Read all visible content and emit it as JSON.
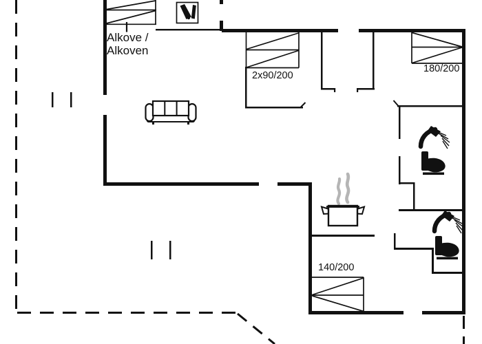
{
  "labels": {
    "alkove_1": "Alkove /",
    "alkove_2": "Alkoven",
    "bed_2x90": "2x90/200",
    "bed_180": "180/200",
    "bed_140": "140/200"
  },
  "icons": [
    "wood-stove-icon",
    "sofa-icon",
    "cooking-pot-icon",
    "steam-icon",
    "shower-icon",
    "toilet-icon",
    "bed-symbol",
    "terrace-post-marks",
    "terrace-boundary-dashed"
  ],
  "colors": {
    "wall": "#111111",
    "steam": "#b5b5b5",
    "background": "#ffffff"
  }
}
